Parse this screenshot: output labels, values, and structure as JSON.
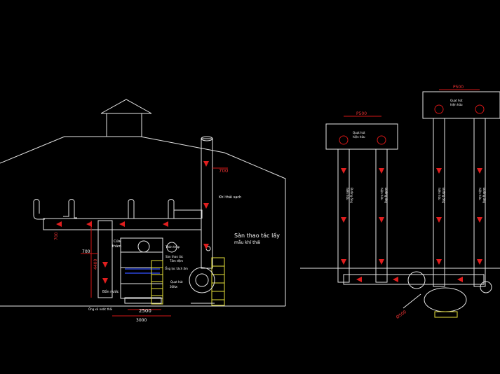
{
  "colors": {
    "background": "#000000",
    "lines": "#e6e6e6",
    "arrows": "#e01e1e",
    "dims": "#d41616",
    "ladder": "#e7e23a",
    "water": "#2a44d8"
  },
  "left": {
    "dim_700_top": "700",
    "dim_700_left": "700",
    "dim_700_mid": "700",
    "dim_4400": "4400",
    "dim_2500": "2500",
    "dim_3000": "3000",
    "khi_sach": "Khí thải sạch",
    "san_line1": "Sàn thao tác lấy",
    "san_line2": "mẫu khí thải",
    "cua_tham_1": "Cửa",
    "cua_tham_2": "thăm",
    "than_thap": "Thân tháp",
    "san_thao_tac": "Sàn thao tác",
    "tam_dem": "Tấm đệm",
    "ong_loc": "Ống lọc tách ẩm",
    "quat": "Quạt hút",
    "quat_kw": "30Kw",
    "bon_nuoc": "Bồn nước",
    "ong_xa": "Ống xả nước thải"
  },
  "right": {
    "dim_p500_left": "P500",
    "dim_p500_right": "P500",
    "dim_d500": "Ø500",
    "box_left_1": "Quạt hút",
    "box_left_2": "hiện hữu",
    "box_right_1": "Quạt hút",
    "box_right_2": "hiện hữu",
    "duct_label_1": "Đường ống",
    "duct_label_2": "hiện hữu"
  }
}
